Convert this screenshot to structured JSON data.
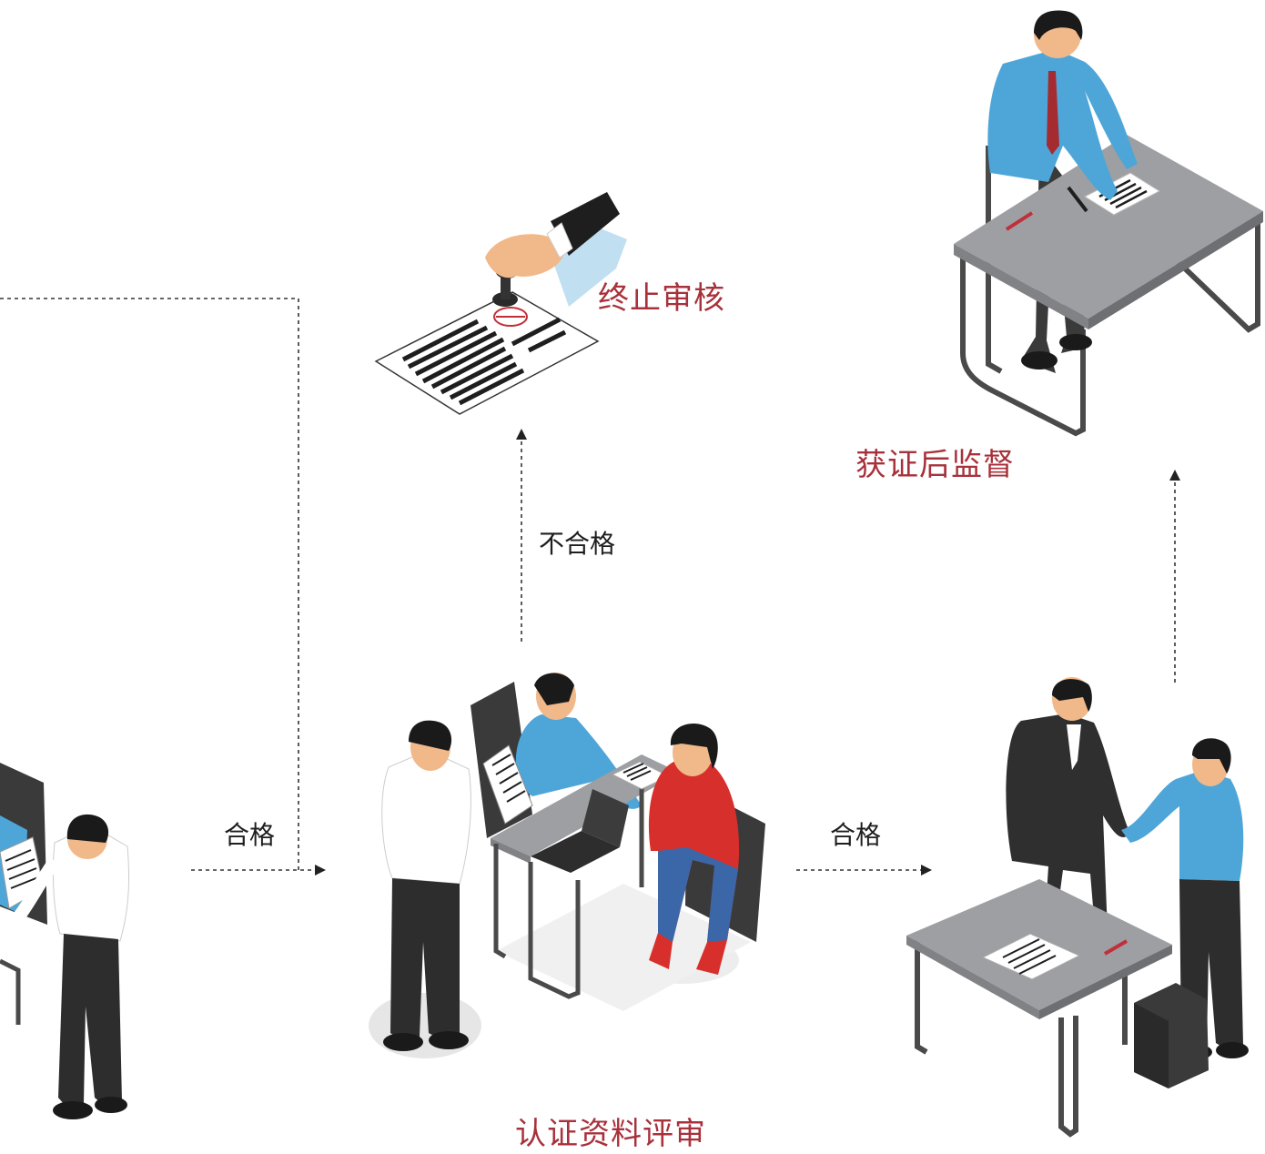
{
  "steps": {
    "terminate": "终止审核",
    "supervision": "获证后监督",
    "review": "认证资料评审"
  },
  "edges": {
    "left_to_review": "合格",
    "review_to_terminate": "不合格",
    "review_to_meeting": "合格"
  },
  "colors": {
    "step_label": "#a8313b",
    "edge_label": "#1e1e1e",
    "connector": "#333333",
    "shirt_blue": "#4ea6d8",
    "shirt_red": "#d7302c",
    "table_top": "#9d9fa2",
    "table_frame": "#4a4a4a"
  },
  "icons": {
    "left_scene": "meeting-seated-icon",
    "terminate_scene": "stamp-document-icon",
    "supervision_scene": "man-writing-at-desk-icon",
    "review_scene": "document-review-meeting-icon",
    "meeting_scene": "handshake-icon"
  }
}
